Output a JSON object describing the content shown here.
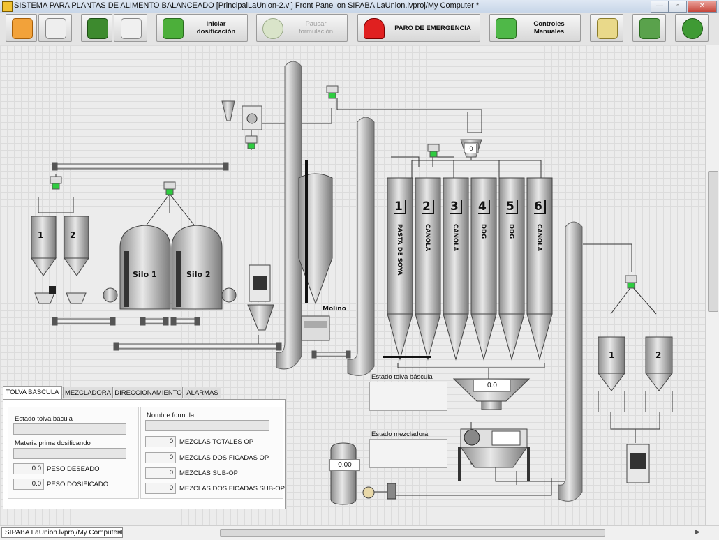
{
  "window": {
    "title": "SISTEMA PARA PLANTAS DE ALIMENTO BALANCEADO [PrincipalLaUnion-2.vi] Front Panel on SIPABA LaUnion.lvproj/My Computer *",
    "min_label": "—",
    "max_label": "▫",
    "close_label": "✕"
  },
  "toolbar": {
    "iniciar": "Iniciar dosificación",
    "pausar": "Pausar formulación",
    "paro": "PARO DE EMERGENCIA",
    "controles": "Controles Manuales"
  },
  "plant": {
    "silo1": "Silo 1",
    "silo2": "Silo 2",
    "molino": "Molino",
    "mini_left_1": "1",
    "mini_left_2": "2",
    "mini_right_1": "1",
    "mini_right_2": "2",
    "hopper_top_value": "0",
    "bascula_value": "0.0",
    "tank_value": "0.00",
    "tolvas": [
      {
        "num": "1",
        "name": "PASTA DE SOYA"
      },
      {
        "num": "2",
        "name": "CANOLA"
      },
      {
        "num": "3",
        "name": "CANOLA"
      },
      {
        "num": "4",
        "name": "DDG"
      },
      {
        "num": "5",
        "name": "DDG"
      },
      {
        "num": "6",
        "name": "CANOLA"
      }
    ],
    "estado_tolva_label": "Estado tolva báscula",
    "estado_mezcladora_label": "Estado mezcladora"
  },
  "tabs": [
    "TOLVA BÁSCULA",
    "MEZCLADORA",
    "DIRECCIONAMIENTO",
    "ALARMAS"
  ],
  "panel": {
    "estado_label": "Estado tolva bácula",
    "materia_label": "Materia prima dosificando",
    "peso_deseado_label": "PESO DESEADO",
    "peso_deseado_value": "0.0",
    "peso_dosificado_label": "PESO DOSIFICADO",
    "peso_dosificado_value": "0.0",
    "nombre_formula_label": "Nombre formula",
    "mezclas_totales_label": "MEZCLAS TOTALES OP",
    "mezclas_totales_value": "0",
    "mezclas_dosificadas_label": "MEZCLAS DOSIFICADAS OP",
    "mezclas_dosificadas_value": "0",
    "mezclas_sub_label": "MEZCLAS SUB-OP",
    "mezclas_sub_value": "0",
    "mezclas_dosif_sub_label": "MEZCLAS DOSIFICADAS SUB-OP",
    "mezclas_dosif_sub_value": "0"
  },
  "statusbar": {
    "path": "SIPABA LaUnion.lvproj/My Computer"
  }
}
